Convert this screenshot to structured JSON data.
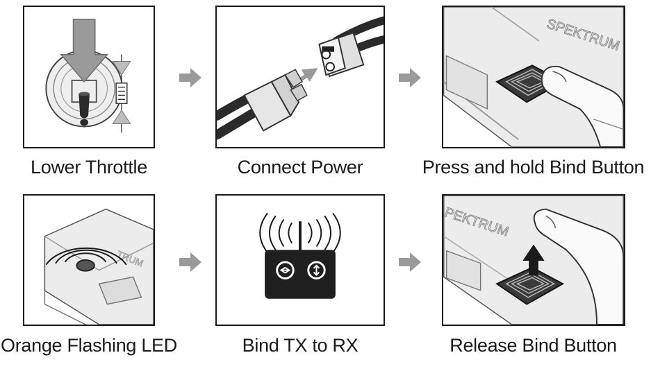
{
  "steps": [
    {
      "caption": "Lower Throttle"
    },
    {
      "caption": "Connect Power"
    },
    {
      "caption": "Press and hold Bind Button"
    },
    {
      "caption": "Orange Flashing LED"
    },
    {
      "caption": "Bind TX to RX"
    },
    {
      "caption": "Release Bind Button"
    }
  ],
  "brand_text": "SPEKTRUM",
  "icons": {
    "step_arrow": "right-arrow-icon",
    "release_arrow": "up-arrow-icon"
  },
  "colors": {
    "line": "#1a1a1a",
    "arrow_gray": "#9a9a9a",
    "device_gray": "#e8e8e8",
    "dark": "#2b2b2b"
  }
}
